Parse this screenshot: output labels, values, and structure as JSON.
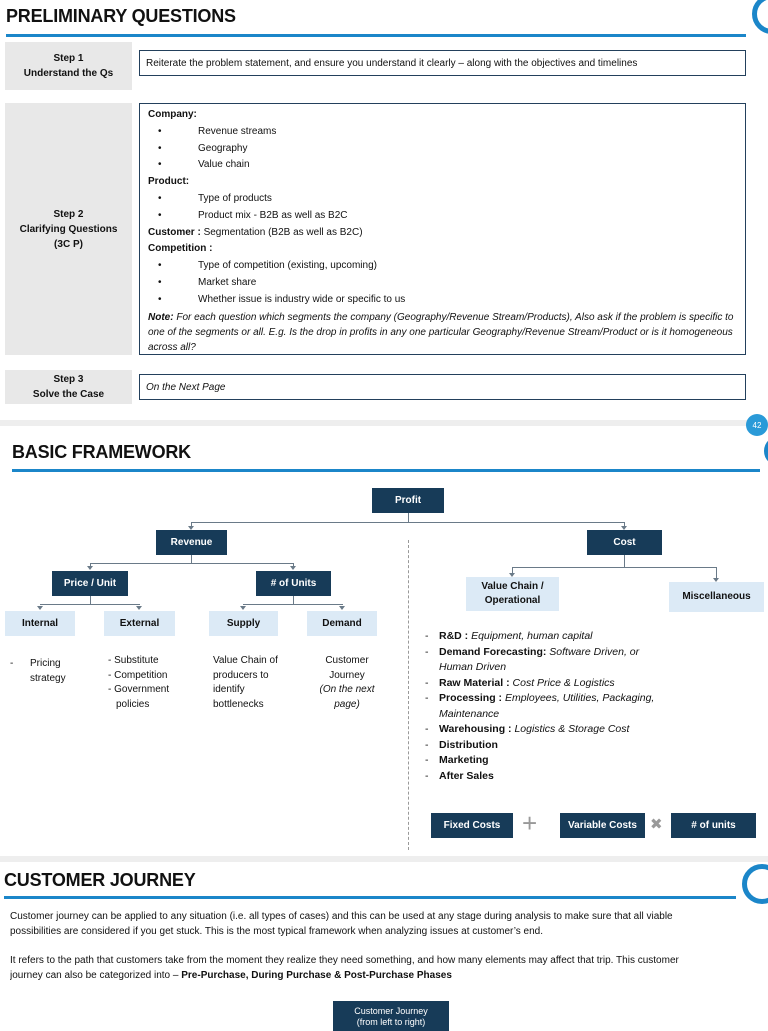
{
  "page1": {
    "title": "PRELIMINARY QUESTIONS",
    "step1": {
      "label": "Step 1",
      "sub": "Understand the Qs",
      "text": "Reiterate the problem statement, and ensure you understand it clearly – along with the objectives and timelines"
    },
    "step2": {
      "label": "Step 2",
      "sub": "Clarifying Questions",
      "sub2": "(3C P)",
      "company": "Company:",
      "company_items": [
        "Revenue streams",
        "Geography",
        "Value chain"
      ],
      "product": "Product:",
      "product_items": [
        "Type of products",
        "Product mix - B2B as well as B2C"
      ],
      "customer": "Customer :",
      "customer_text": " Segmentation (B2B as well as B2C)",
      "competition": "Competition :",
      "competition_items": [
        "Type of competition (existing, upcoming)",
        "Market share",
        "Whether issue is industry wide or specific to us"
      ],
      "note_label": "Note:",
      "note_text": " For each question which segments the company (Geography/Revenue Stream/Products), Also ask if the problem is specific to one of the segments or all. E.g. Is the drop in profits in any one particular Geography/Revenue Stream/Product or is it homogeneous across all?"
    },
    "step3": {
      "label": "Step 3",
      "sub": "Solve the Case",
      "text": "On the Next Page"
    },
    "page_number": "42"
  },
  "page2": {
    "title": "BASIC FRAMEWORK",
    "profit": "Profit",
    "revenue": "Revenue",
    "cost": "Cost",
    "price_unit": "Price / Unit",
    "num_units": "# of Units",
    "value_chain": "Value Chain / Operational",
    "misc": "Miscellaneous",
    "internal": "Internal",
    "external": "External",
    "supply": "Supply",
    "demand": "Demand",
    "internal_items": [
      "Pricing strategy"
    ],
    "external_items": [
      "Substitute",
      "Competition",
      "Government policies"
    ],
    "supply_text": "Value Chain of producers to identify bottlenecks",
    "demand_text": "Customer Journey",
    "demand_note": "(On the next page)",
    "cost_items": [
      {
        "bold": "R&D :",
        "italic": " Equipment, human capital"
      },
      {
        "bold": "Demand Forecasting:",
        "italic": " Software Driven, or Human Driven"
      },
      {
        "bold": "Raw Material :",
        "italic": " Cost Price & Logistics"
      },
      {
        "bold": "Processing :",
        "italic": " Employees, Utilities, Packaging, Maintenance"
      },
      {
        "bold": "Warehousing :",
        "italic": " Logistics & Storage Cost"
      },
      {
        "bold": "Distribution",
        "italic": ""
      },
      {
        "bold": "Marketing",
        "italic": ""
      },
      {
        "bold": "After Sales",
        "italic": ""
      }
    ],
    "fixed_costs": "Fixed Costs",
    "plus": "+",
    "variable_costs": "Variable Costs",
    "times": "✖",
    "units": "# of units"
  },
  "page3": {
    "title": "CUSTOMER JOURNEY",
    "para1_line1": "Customer journey can be applied to any situation (i.e. all types of cases) and this can be used at any stage during analysis to make sure that all viable",
    "para1_line2": "possibilities are considered if you get stuck. This is the most typical framework when analyzing issues at customer’s end.",
    "para2_line1": "It refers to the path that customers take from the moment they realize they need something, and how many elements may affect that trip. This customer",
    "para2_line2": "journey can also be categorized into – ",
    "para2_bold": "Pre-Purchase, During Purchase & Post-Purchase Phases",
    "box": "Customer Journey",
    "box_sub": "(from left to right)"
  },
  "colors": {
    "accent": "#1b86c9",
    "navy": "#173b58",
    "light_box": "#dceaf6",
    "step_gray": "#e8e8e8"
  }
}
